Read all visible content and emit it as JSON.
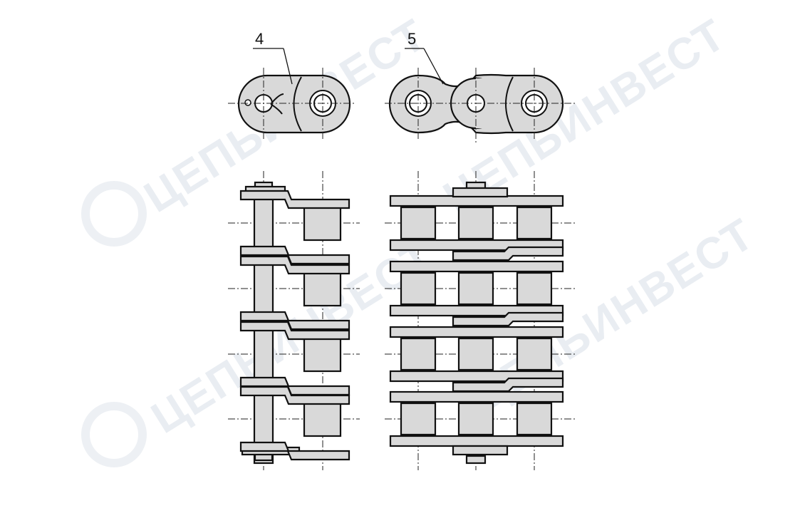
{
  "callouts": [
    {
      "label": "4"
    },
    {
      "label": "5"
    }
  ],
  "watermark": {
    "text": "ЦЕПЬИНВЕСТ"
  },
  "colors": {
    "part_fill": "#d9d9d9",
    "outline": "#111111",
    "watermark": "#e9edf2"
  }
}
